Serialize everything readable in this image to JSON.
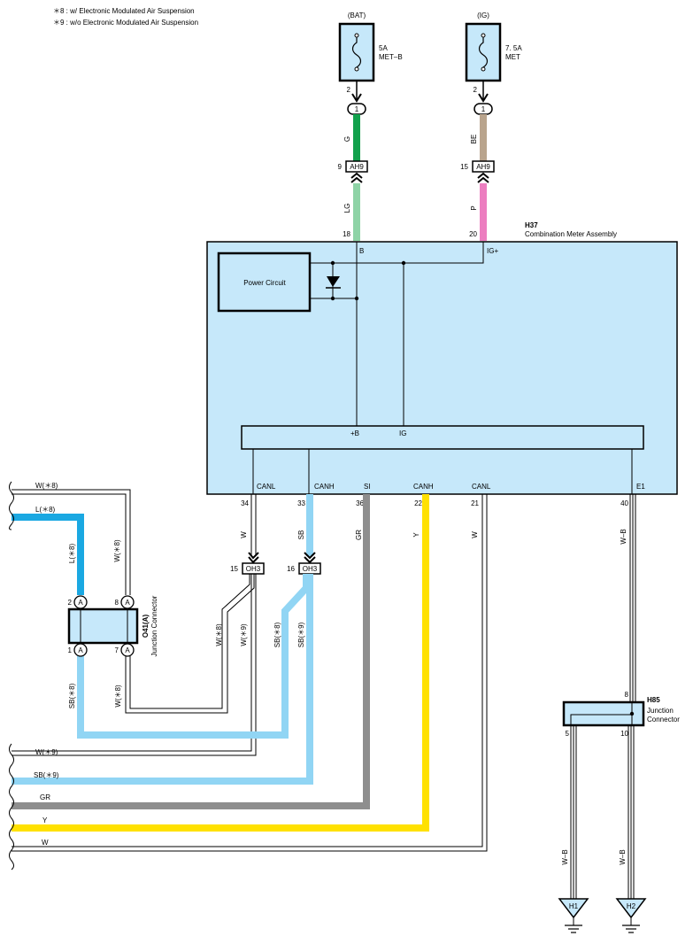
{
  "notes": {
    "note8": "＊8 : w/ Electronic Modulated Air Suspension",
    "note9": "＊9 : w/o Electronic Modulated Air Suspension"
  },
  "fuses": {
    "bat_source": "(BAT)",
    "bat_amp": "5A",
    "bat_name": "MET–B",
    "bat_pin": "2",
    "ig_source": "(IG)",
    "ig_amp": "7. 5A",
    "ig_name": "MET",
    "ig_pin": "2",
    "splice_num": "1"
  },
  "wires": {
    "g": "G",
    "be": "BE",
    "lg": "LG",
    "p": "P",
    "w": "W",
    "sb": "SB",
    "gr": "GR",
    "y": "Y",
    "wb": "W–B",
    "l8": "L(＊8)",
    "w8": "W(＊8)",
    "w9": "W(＊9)",
    "sb8": "SB(＊8)",
    "sb9": "SB(＊9)"
  },
  "connectors": {
    "ah9": "AH9",
    "ah9_pin_left": "9",
    "ah9_pin_right": "15",
    "oh3": "OH3",
    "oh3_pin_left": "15",
    "oh3_pin_right": "16"
  },
  "meter": {
    "code": "H37",
    "name": "Combination Meter Assembly",
    "pin_b_num": "18",
    "pin_b": "B",
    "pin_ig_num": "20",
    "pin_ig": "IG+",
    "power_circuit": "Power Circuit",
    "ic_b": "+B",
    "ic_ig": "IG",
    "canl1": "CANL",
    "canh1": "CANH",
    "si": "SI",
    "canh2": "CANH",
    "canl2": "CANL",
    "e1": "E1",
    "p34": "34",
    "p33": "33",
    "p36": "36",
    "p22": "22",
    "p21": "21",
    "p40": "40"
  },
  "junction_o41": {
    "code": "O41(A)",
    "name": "Junction Connector",
    "letter": "A",
    "pin2": "2",
    "pin8": "8",
    "pin1": "1",
    "pin7": "7"
  },
  "junction_h85": {
    "code": "H85",
    "name_line1": "Junction",
    "name_line2": "Connector",
    "pin8": "8",
    "pin5": "5",
    "pin10": "10"
  },
  "left_wires": {
    "top1": "W(＊8)",
    "top2": "L(＊8)",
    "b1": "W(＊9)",
    "b2": "SB(＊9)",
    "b3": "GR",
    "b4": "Y",
    "b5": "W"
  },
  "grounds": {
    "h1": "H1",
    "h2": "H2"
  },
  "colors": {
    "green": "#12a14c",
    "tan": "#b9a48d",
    "light_green": "#8ed3a6",
    "pink": "#ec7ec0",
    "light_blue": "#91d5f4",
    "blue": "#1aa8e2",
    "gray": "#8e8e8e",
    "yellow": "#ffe100",
    "box_fill": "#c6e8fa"
  }
}
